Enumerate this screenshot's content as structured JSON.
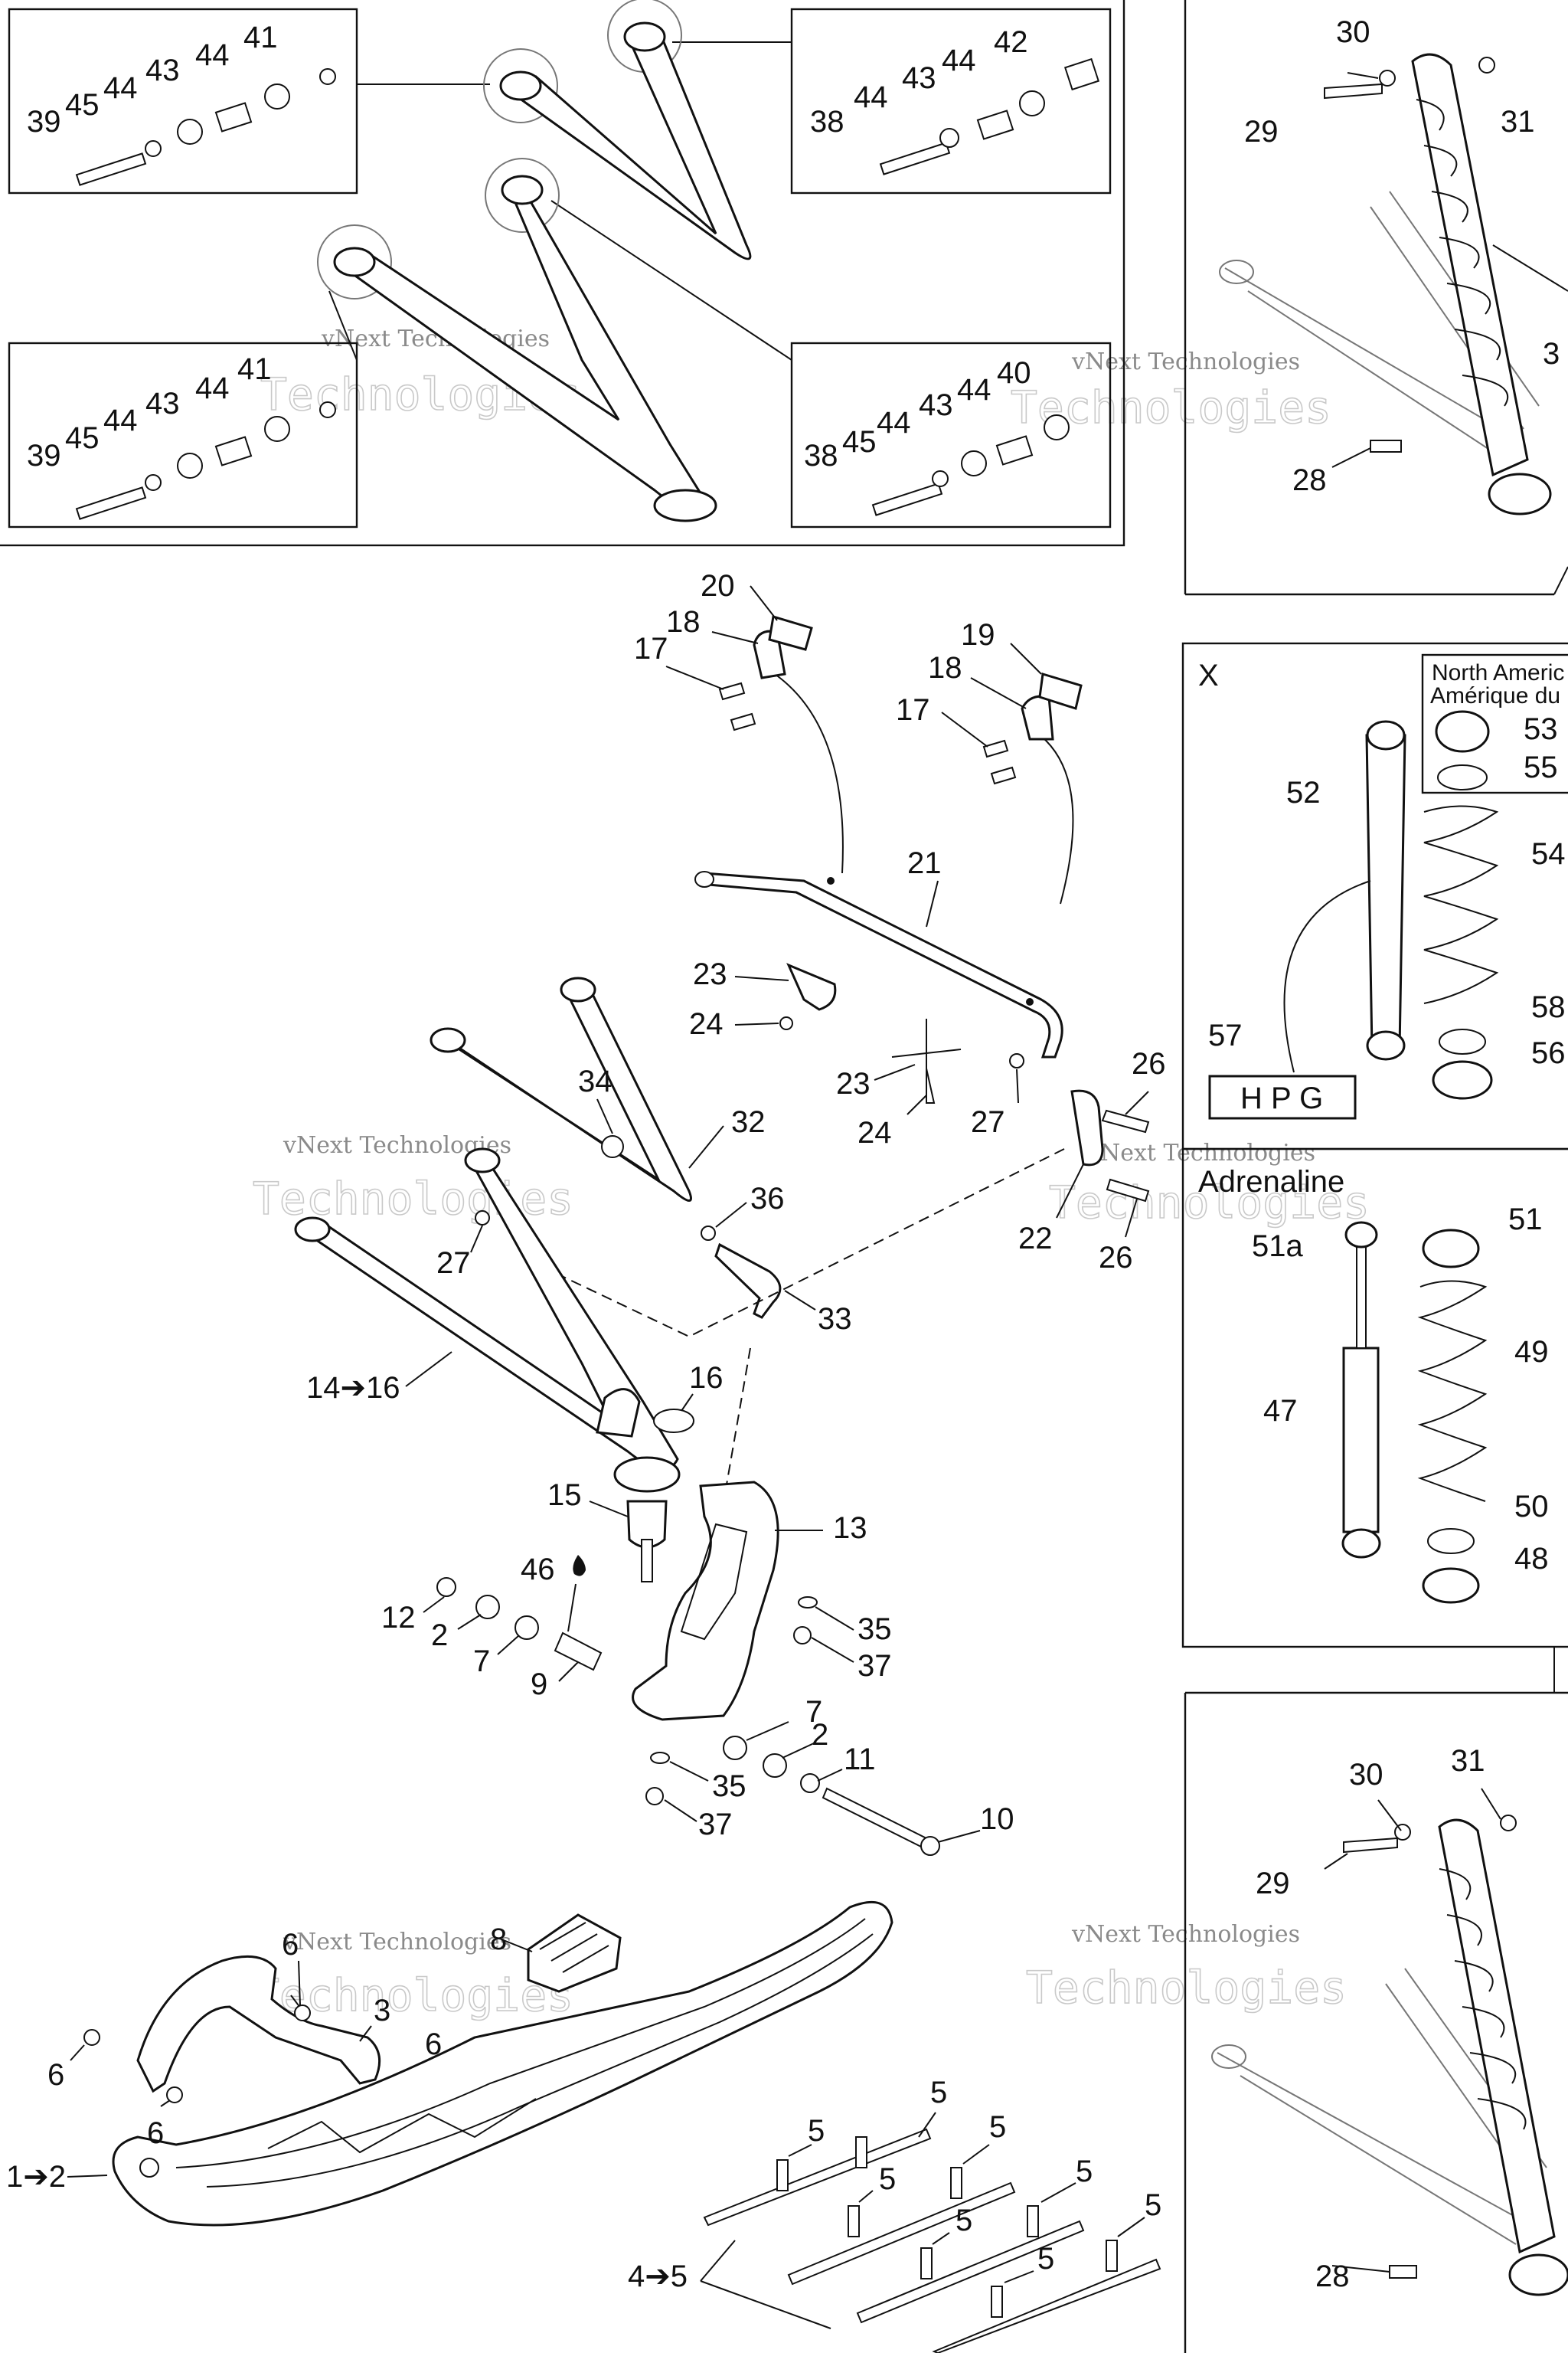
{
  "labels": {
    "p41a": "41",
    "p44a": "44",
    "p43a": "43",
    "p44b": "44",
    "p45a": "45",
    "p39a": "39",
    "p42": "42",
    "p44c": "44",
    "p43b": "43",
    "p44d": "44",
    "p38a": "38",
    "p41b": "41",
    "p44e": "44",
    "p43c": "43",
    "p44f": "44",
    "p45b": "45",
    "p39b": "39",
    "p40": "40",
    "p44g": "44",
    "p43d": "43",
    "p44h": "44",
    "p45c": "45",
    "p38b": "38",
    "p30a": "30",
    "p29a": "29",
    "p31a": "31",
    "p3x": "3",
    "p28a": "28",
    "p20": "20",
    "p18a": "18",
    "p17a": "17",
    "p19": "19",
    "p18b": "18",
    "p17b": "17",
    "p21": "21",
    "p23a": "23",
    "p24a": "24",
    "p23b": "23",
    "p24b": "24",
    "p27a": "27",
    "p26a": "26",
    "p22": "22",
    "p26b": "26",
    "p34": "34",
    "p32": "32",
    "p36": "36",
    "p27b": "27",
    "p33": "33",
    "p1416": "14➔16",
    "p16": "16",
    "p15": "15",
    "p13": "13",
    "p46": "46",
    "p12": "12",
    "p2a": "2",
    "p7a": "7",
    "p9": "9",
    "p35a": "35",
    "p37a": "37",
    "p7b": "7",
    "p2b": "2",
    "p11": "11",
    "p35b": "35",
    "p37b": "37",
    "p10": "10",
    "p8": "8",
    "p6a": "6",
    "p3": "3",
    "p6b": "6",
    "p6c": "6",
    "p6d": "6",
    "p12b": "1➔2",
    "p45": "4➔5",
    "p5a": "5",
    "p5b": "5",
    "p5c": "5",
    "p5d": "5",
    "p5e": "5",
    "p5f": "5",
    "p5g": "5",
    "p5h": "5",
    "x": "X",
    "p52": "52",
    "p53": "53",
    "p55": "55",
    "p54": "54",
    "p58": "58",
    "p56": "56",
    "p57": "57",
    "p51a": "51a",
    "p51": "51",
    "p49": "49",
    "p47": "47",
    "p50": "50",
    "p48": "48",
    "p30b": "30",
    "p31b": "31",
    "p29b": "29",
    "p28b": "28"
  },
  "region_notes": {
    "north_line1": "North Americ",
    "north_line2": "Amérique du",
    "adrenaline": "Adrenaline",
    "hpg_logo": "H P G"
  },
  "watermark": {
    "small": "vNext Technologies",
    "big": "Technologies"
  }
}
